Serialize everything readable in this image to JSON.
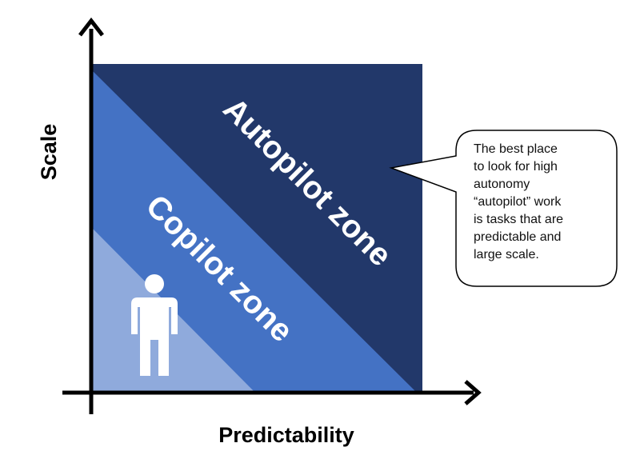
{
  "diagram": {
    "colors": {
      "autopilot_zone": "#22386a",
      "copilot_zone": "#4472c4",
      "human_zone": "#8faadc",
      "human_icon": "#ffffff",
      "axes": "#000000",
      "zone_label": "#ffffff"
    },
    "axes": {
      "y_label": "Scale",
      "x_label": "Predictability"
    },
    "zones": {
      "autopilot_label": "Autopilot zone",
      "copilot_label": "Copilot zone"
    },
    "human_icon": "person-icon",
    "callout": {
      "lines": [
        "The best place",
        "to look for high",
        "autonomy",
        "“autopilot” work",
        "is tasks that are",
        "predictable and",
        "large scale."
      ]
    }
  }
}
